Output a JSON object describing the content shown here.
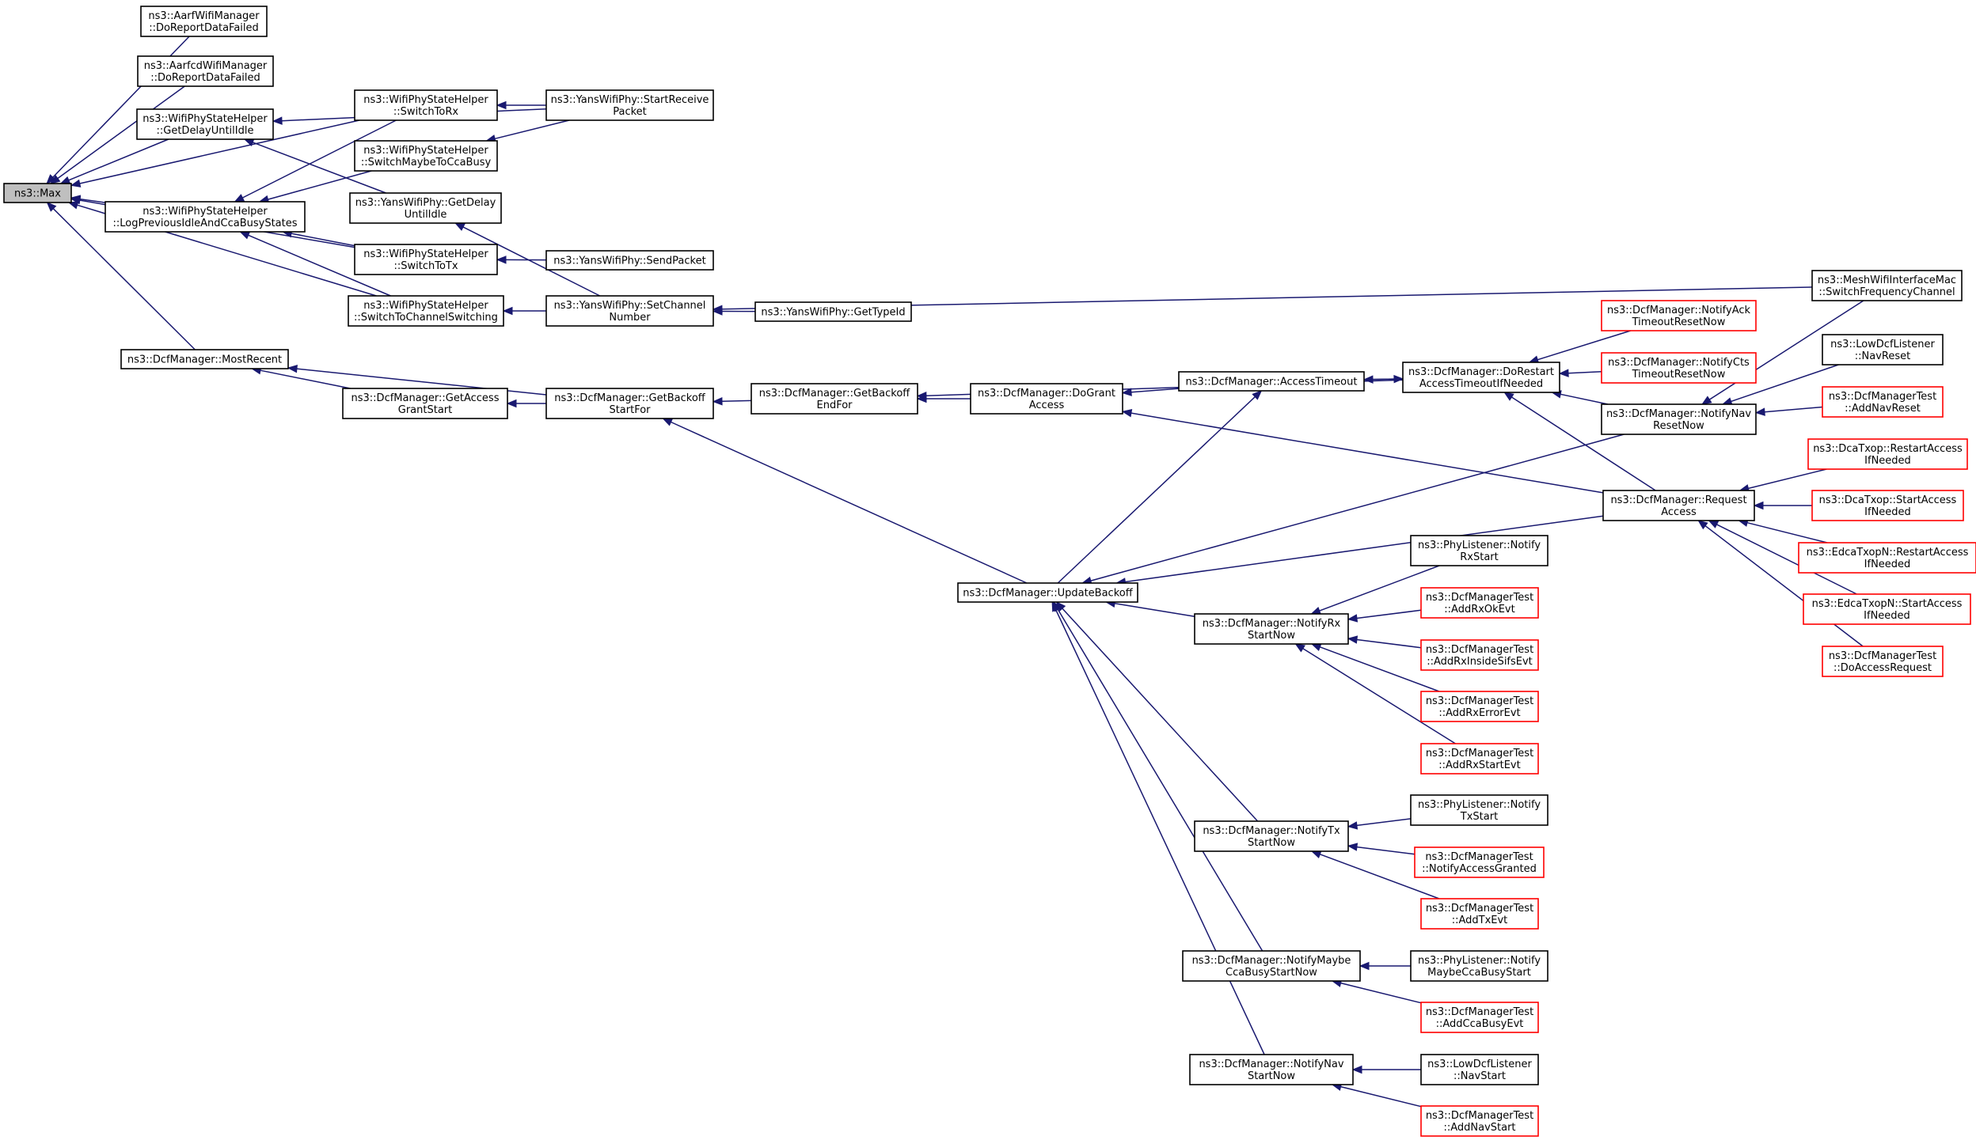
{
  "nodes": [
    {
      "id": "max",
      "lines": [
        "ns3::Max"
      ],
      "root": true
    },
    {
      "id": "aarf",
      "lines": [
        "ns3::AarfWifiManager",
        "::DoReportDataFailed"
      ]
    },
    {
      "id": "aarfcd",
      "lines": [
        "ns3::AarfcdWifiManager",
        "::DoReportDataFailed"
      ]
    },
    {
      "id": "getdelayhelper",
      "lines": [
        "ns3::WifiPhyStateHelper",
        "::GetDelayUntilIdle"
      ]
    },
    {
      "id": "logprev",
      "lines": [
        "ns3::WifiPhyStateHelper",
        "::LogPreviousIdleAndCcaBusyStates"
      ]
    },
    {
      "id": "mostrecent",
      "lines": [
        "ns3::DcfManager::MostRecent"
      ]
    },
    {
      "id": "switchtorx",
      "lines": [
        "ns3::WifiPhyStateHelper",
        "::SwitchToRx"
      ]
    },
    {
      "id": "switchmaybe",
      "lines": [
        "ns3::WifiPhyStateHelper",
        "::SwitchMaybeToCcaBusy"
      ]
    },
    {
      "id": "yansgetdelay",
      "lines": [
        "ns3::YansWifiPhy::GetDelay",
        "UntilIdle"
      ]
    },
    {
      "id": "switchtotx",
      "lines": [
        "ns3::WifiPhyStateHelper",
        "::SwitchToTx"
      ]
    },
    {
      "id": "switchchan",
      "lines": [
        "ns3::WifiPhyStateHelper",
        "::SwitchToChannelSwitching"
      ]
    },
    {
      "id": "startreceive",
      "lines": [
        "ns3::YansWifiPhy::StartReceive",
        "Packet"
      ]
    },
    {
      "id": "sendpacket",
      "lines": [
        "ns3::YansWifiPhy::SendPacket"
      ]
    },
    {
      "id": "setchannel",
      "lines": [
        "ns3::YansWifiPhy::SetChannel",
        "Number"
      ]
    },
    {
      "id": "gettypeid",
      "lines": [
        "ns3::YansWifiPhy::GetTypeId"
      ]
    },
    {
      "id": "meshswitch",
      "lines": [
        "ns3::MeshWifiInterfaceMac",
        "::SwitchFrequencyChannel"
      ]
    },
    {
      "id": "getaccessgrant",
      "lines": [
        "ns3::DcfManager::GetAccess",
        "GrantStart"
      ]
    },
    {
      "id": "backoffstart",
      "lines": [
        "ns3::DcfManager::GetBackoff",
        "StartFor"
      ]
    },
    {
      "id": "backoffend",
      "lines": [
        "ns3::DcfManager::GetBackoff",
        "EndFor"
      ]
    },
    {
      "id": "dogrant",
      "lines": [
        "ns3::DcfManager::DoGrant",
        "Access"
      ]
    },
    {
      "id": "accesstimeout",
      "lines": [
        "ns3::DcfManager::AccessTimeout"
      ]
    },
    {
      "id": "dorestart",
      "lines": [
        "ns3::DcfManager::DoRestart",
        "AccessTimeoutIfNeeded"
      ]
    },
    {
      "id": "notifyack",
      "lines": [
        "ns3::DcfManager::NotifyAck",
        "TimeoutResetNow"
      ],
      "trunc": true
    },
    {
      "id": "notifycts",
      "lines": [
        "ns3::DcfManager::NotifyCts",
        "TimeoutResetNow"
      ],
      "trunc": true
    },
    {
      "id": "notifynavreset",
      "lines": [
        "ns3::DcfManager::NotifyNav",
        "ResetNow"
      ]
    },
    {
      "id": "lownavreset",
      "lines": [
        "ns3::LowDcfListener",
        "::NavReset"
      ]
    },
    {
      "id": "addnavreset",
      "lines": [
        "ns3::DcfManagerTest",
        "::AddNavReset"
      ],
      "trunc": true
    },
    {
      "id": "request",
      "lines": [
        "ns3::DcfManager::Request",
        "Access"
      ]
    },
    {
      "id": "dcarestart",
      "lines": [
        "ns3::DcaTxop::RestartAccess",
        "IfNeeded"
      ],
      "trunc": true
    },
    {
      "id": "dcastart",
      "lines": [
        "ns3::DcaTxop::StartAccess",
        "IfNeeded"
      ],
      "trunc": true
    },
    {
      "id": "edcarestart",
      "lines": [
        "ns3::EdcaTxopN::RestartAccess",
        "IfNeeded"
      ],
      "trunc": true
    },
    {
      "id": "edcastart",
      "lines": [
        "ns3::EdcaTxopN::StartAccess",
        "IfNeeded"
      ],
      "trunc": true
    },
    {
      "id": "doaccessreq",
      "lines": [
        "ns3::DcfManagerTest",
        "::DoAccessRequest"
      ],
      "trunc": true
    },
    {
      "id": "updatebackoff",
      "lines": [
        "ns3::DcfManager::UpdateBackoff"
      ]
    },
    {
      "id": "notifyrx",
      "lines": [
        "ns3::DcfManager::NotifyRx",
        "StartNow"
      ]
    },
    {
      "id": "phyrx",
      "lines": [
        "ns3::PhyListener::Notify",
        "RxStart"
      ]
    },
    {
      "id": "addrxok",
      "lines": [
        "ns3::DcfManagerTest",
        "::AddRxOkEvt"
      ],
      "trunc": true
    },
    {
      "id": "addrxinside",
      "lines": [
        "ns3::DcfManagerTest",
        "::AddRxInsideSifsEvt"
      ],
      "trunc": true
    },
    {
      "id": "addrxerror",
      "lines": [
        "ns3::DcfManagerTest",
        "::AddRxErrorEvt"
      ],
      "trunc": true
    },
    {
      "id": "addrxstart",
      "lines": [
        "ns3::DcfManagerTest",
        "::AddRxStartEvt"
      ],
      "trunc": true
    },
    {
      "id": "notifytx",
      "lines": [
        "ns3::DcfManager::NotifyTx",
        "StartNow"
      ]
    },
    {
      "id": "phytx",
      "lines": [
        "ns3::PhyListener::Notify",
        "TxStart"
      ]
    },
    {
      "id": "notifygranted",
      "lines": [
        "ns3::DcfManagerTest",
        "::NotifyAccessGranted"
      ],
      "trunc": true
    },
    {
      "id": "addtx",
      "lines": [
        "ns3::DcfManagerTest",
        "::AddTxEvt"
      ],
      "trunc": true
    },
    {
      "id": "notifymaybe",
      "lines": [
        "ns3::DcfManager::NotifyMaybe",
        "CcaBusyStartNow"
      ]
    },
    {
      "id": "phymaybe",
      "lines": [
        "ns3::PhyListener::Notify",
        "MaybeCcaBusyStart"
      ]
    },
    {
      "id": "addccabusy",
      "lines": [
        "ns3::DcfManagerTest",
        "::AddCcaBusyEvt"
      ],
      "trunc": true
    },
    {
      "id": "notifynavstart",
      "lines": [
        "ns3::DcfManager::NotifyNav",
        "StartNow"
      ]
    },
    {
      "id": "lownavstart",
      "lines": [
        "ns3::LowDcfListener",
        "::NavStart"
      ]
    },
    {
      "id": "addnavstart",
      "lines": [
        "ns3::DcfManagerTest",
        "::AddNavStart"
      ],
      "trunc": true
    }
  ],
  "edges": [
    [
      "aarf",
      "max"
    ],
    [
      "aarfcd",
      "max"
    ],
    [
      "getdelayhelper",
      "max"
    ],
    [
      "switchtorx",
      "max"
    ],
    [
      "logprev",
      "max"
    ],
    [
      "switchtotx",
      "max"
    ],
    [
      "switchchan",
      "max"
    ],
    [
      "mostrecent",
      "max"
    ],
    [
      "startreceive",
      "getdelayhelper"
    ],
    [
      "yansgetdelay",
      "getdelayhelper"
    ],
    [
      "switchtorx",
      "logprev"
    ],
    [
      "switchmaybe",
      "logprev"
    ],
    [
      "switchtotx",
      "logprev"
    ],
    [
      "switchchan",
      "logprev"
    ],
    [
      "startreceive",
      "switchtorx"
    ],
    [
      "startreceive",
      "switchmaybe"
    ],
    [
      "setchannel",
      "yansgetdelay"
    ],
    [
      "sendpacket",
      "switchtotx"
    ],
    [
      "setchannel",
      "switchchan"
    ],
    [
      "meshswitch",
      "setchannel"
    ],
    [
      "gettypeid",
      "setchannel"
    ],
    [
      "backoffstart",
      "mostrecent"
    ],
    [
      "getaccessgrant",
      "mostrecent"
    ],
    [
      "backoffstart",
      "getaccessgrant"
    ],
    [
      "backoffend",
      "backoffstart"
    ],
    [
      "updatebackoff",
      "backoffstart"
    ],
    [
      "dogrant",
      "backoffend"
    ],
    [
      "dorestart",
      "backoffend"
    ],
    [
      "accesstimeout",
      "dogrant"
    ],
    [
      "request",
      "dogrant"
    ],
    [
      "dorestart",
      "accesstimeout"
    ],
    [
      "accesstimeout",
      "dorestart"
    ],
    [
      "notifyack",
      "dorestart"
    ],
    [
      "notifycts",
      "dorestart"
    ],
    [
      "notifynavreset",
      "dorestart"
    ],
    [
      "request",
      "dorestart"
    ],
    [
      "meshswitch",
      "notifynavreset"
    ],
    [
      "lownavreset",
      "notifynavreset"
    ],
    [
      "addnavreset",
      "notifynavreset"
    ],
    [
      "dcarestart",
      "request"
    ],
    [
      "dcastart",
      "request"
    ],
    [
      "edcarestart",
      "request"
    ],
    [
      "edcastart",
      "request"
    ],
    [
      "doaccessreq",
      "request"
    ],
    [
      "updatebackoff",
      "accesstimeout"
    ],
    [
      "notifynavreset",
      "updatebackoff"
    ],
    [
      "request",
      "updatebackoff"
    ],
    [
      "notifyrx",
      "updatebackoff"
    ],
    [
      "notifytx",
      "updatebackoff"
    ],
    [
      "notifymaybe",
      "updatebackoff"
    ],
    [
      "notifynavstart",
      "updatebackoff"
    ],
    [
      "phyrx",
      "notifyrx"
    ],
    [
      "addrxok",
      "notifyrx"
    ],
    [
      "addrxinside",
      "notifyrx"
    ],
    [
      "addrxerror",
      "notifyrx"
    ],
    [
      "addrxstart",
      "notifyrx"
    ],
    [
      "phytx",
      "notifytx"
    ],
    [
      "notifygranted",
      "notifytx"
    ],
    [
      "addtx",
      "notifytx"
    ],
    [
      "phymaybe",
      "notifymaybe"
    ],
    [
      "addccabusy",
      "notifymaybe"
    ],
    [
      "lownavstart",
      "notifynavstart"
    ],
    [
      "addnavstart",
      "notifynavstart"
    ]
  ]
}
